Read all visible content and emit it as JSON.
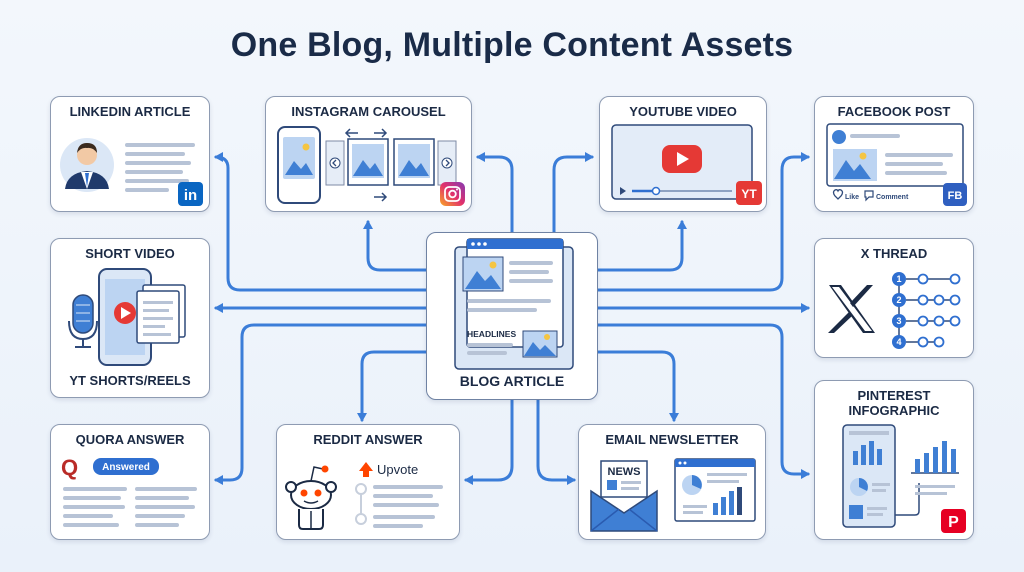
{
  "title": "One Blog, Multiple Content Assets",
  "center": {
    "label": "BLOG ARTICLE",
    "headline_text": "HEADLINES"
  },
  "assets": {
    "linkedin": {
      "title": "LINKEDIN ARTICLE",
      "badge": "in"
    },
    "instagram": {
      "title": "INSTAGRAM CAROUSEL"
    },
    "youtube": {
      "title": "YOUTUBE VIDEO",
      "badge": "YT"
    },
    "facebook": {
      "title": "FACEBOOK POST",
      "like": "Like",
      "comment": "Comment",
      "badge": "FB"
    },
    "short_video": {
      "title": "SHORT VIDEO",
      "subtitle": "YT SHORTS/REELS"
    },
    "x_thread": {
      "title": "X THREAD",
      "steps": [
        "1",
        "2",
        "3",
        "4"
      ]
    },
    "quora": {
      "title": "QUORA ANSWER",
      "badge": "Answered"
    },
    "reddit": {
      "title": "REDDIT ANSWER",
      "upvote": "Upvote"
    },
    "email": {
      "title": "EMAIL NEWSLETTER",
      "news": "NEWS"
    },
    "pinterest": {
      "title": "PINTEREST\nINFOGRAPHIC"
    }
  },
  "colors": {
    "arrow": "#3b7dd8",
    "accent": "#2f6fd0",
    "linkedin": "#0a66c2",
    "youtube": "#e53935",
    "facebook": "#1877f2",
    "reddit_orange": "#ff4500",
    "pinterest": "#e60023"
  }
}
